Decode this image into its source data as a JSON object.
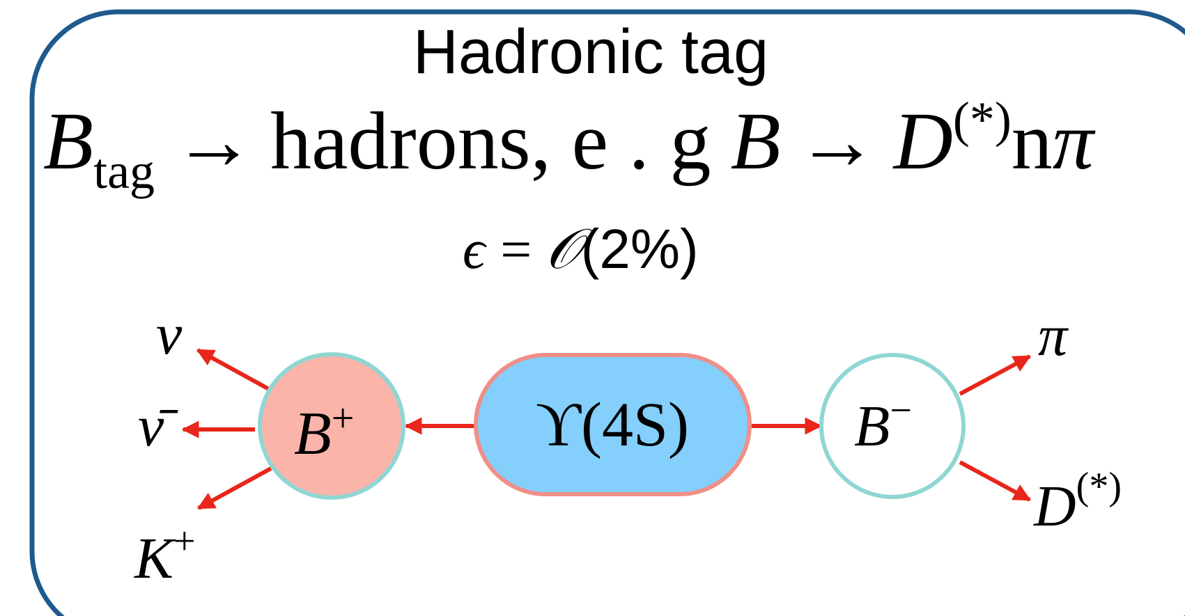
{
  "title": "Hadronic tag",
  "formula": {
    "b": "B",
    "b_sub": "tag",
    "arrow1": "→",
    "hadrons": "hadrons, e . g",
    "b2": "B",
    "arrow2": "→",
    "d": "D",
    "d_sup": "(*)",
    "n": "n",
    "pi": "π"
  },
  "efficiency": {
    "epsilon": "ϵ",
    "equals": "=",
    "order": "𝒪",
    "value": "(2%)"
  },
  "nodes": {
    "upsilon": "ϒ(4S)",
    "b_plus": {
      "base": "B",
      "sup": "+"
    },
    "b_minus": {
      "base": "B",
      "sup": "−"
    }
  },
  "particles": {
    "nu": "ν",
    "nubar": "ν̄",
    "k_plus": {
      "base": "K",
      "sup": "+"
    },
    "pi": "π",
    "d_star": {
      "base": "D",
      "sup": "(*)"
    }
  },
  "colors": {
    "frame": "#1f5a8c",
    "arrow": "#e8261b",
    "upsilon_fill": "#84cffb",
    "upsilon_stroke": "#ef8f88",
    "b_plus_fill": "#fab4aa",
    "b_ring": "#8fd6d3"
  }
}
